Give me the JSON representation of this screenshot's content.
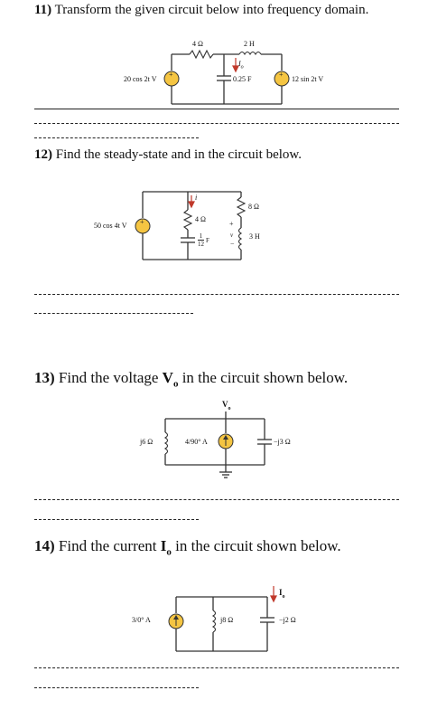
{
  "q11": {
    "number": "11)",
    "text": "Transform the given circuit below into frequency domain.",
    "labels": {
      "r": "4 Ω",
      "l": "2 H",
      "c": "0.25 F",
      "vs": "20 cos 2t V",
      "vs2": "12 sin 2t V",
      "io": "I",
      "io_sub": "o"
    }
  },
  "q12": {
    "number": "12)",
    "text": "Find the steady-state and in the circuit below.",
    "labels": {
      "vs": "50 cos 4t V",
      "r1": "4 Ω",
      "r2": "8 Ω",
      "l": "3 H",
      "i": "i",
      "c_num": "1",
      "c_den": "12",
      "c_unit": "F",
      "v": "v"
    }
  },
  "q13": {
    "number": "13)",
    "text_pre": "Find the voltage ",
    "var": "V",
    "var_sub": "o",
    "text_post": " in the circuit shown below.",
    "labels": {
      "vo": "V",
      "vo_sub": "o",
      "l": "j6 Ω",
      "src": "4/90° A",
      "c": "−j3 Ω"
    }
  },
  "q14": {
    "number": "14)",
    "text_pre": "Find the current ",
    "var": "I",
    "var_sub": "o",
    "text_post": " in the circuit shown below.",
    "labels": {
      "src": "3/0° A",
      "l": "j8 Ω",
      "io": "I",
      "io_sub": "o",
      "c": "−j2 Ω"
    }
  }
}
